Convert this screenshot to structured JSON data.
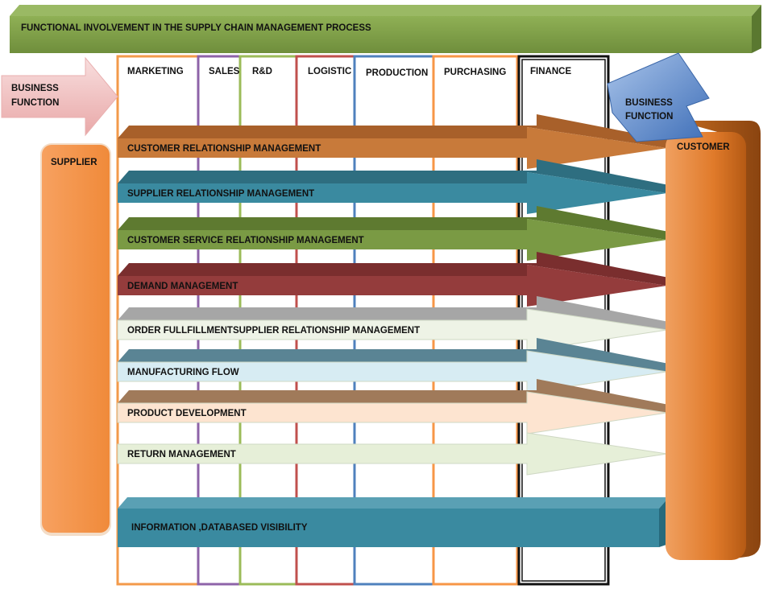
{
  "header": {
    "title": "FUNCTIONAL INVOLVEMENT IN THE SUPPLY CHAIN MANAGEMENT PROCESS",
    "color": "#7a9a44"
  },
  "left_arrow": {
    "line1": "BUSINESS",
    "line2": "FUNCTION",
    "color": "#f0b8b8"
  },
  "right_arrow": {
    "line1": "BUSINESS",
    "line2": "FUNCTION",
    "color": "#5b86c8"
  },
  "supplier": {
    "label": "SUPPLIER",
    "color": "#f5974a"
  },
  "customer": {
    "label": "CUSTOMER",
    "color": "#e57e2e"
  },
  "functions": [
    {
      "label": "MARKETING",
      "color": "#f39a4a"
    },
    {
      "label": "SALES",
      "color": "#8e63a8"
    },
    {
      "label": "R&D",
      "color": "#9bbb59"
    },
    {
      "label": "LOGISTIC",
      "color": "#c0504d"
    },
    {
      "label": "PRODUCTION",
      "color": "#4f81bd"
    },
    {
      "label": "PURCHASING",
      "color": "#f79646"
    },
    {
      "label": "FINANCE",
      "color": "#111111"
    }
  ],
  "processes": [
    {
      "label": "CUSTOMER RELATIONSHIP MANAGEMENT",
      "color": "#c87a3a",
      "top": "#a8602a",
      "light": false
    },
    {
      "label": "SUPPLIER  RELATIONSHIP MANAGEMENT",
      "color": "#3a8aa0",
      "top": "#2e6e80",
      "light": false
    },
    {
      "label": "CUSTOMER SERVICE   RELATIONSHIP MANAGEMENT",
      "color": "#7a9a44",
      "top": "#5e7a30",
      "light": false
    },
    {
      "label": "DEMAND MANAGEMENT",
      "color": "#943c3c",
      "top": "#7a2e2e",
      "light": false
    },
    {
      "label": "ORDER FULLFILLMENTSUPPLIER  RELATIONSHIP MANAGEMENT",
      "color": "#eef3e6",
      "top": "#a6a6a6",
      "light": true
    },
    {
      "label": "MANUFACTURING FLOW",
      "color": "#d7ecf3",
      "top": "#5a8494",
      "light": true
    },
    {
      "label": "PRODUCT DEVELOPMENT",
      "color": "#fde4d0",
      "top": "#a07a5a",
      "light": true
    },
    {
      "label": "RETURN MANAGEMENT",
      "color": "#e6efd8",
      "top": null,
      "light": true
    }
  ],
  "information": {
    "label": "INFORMATION ,DATABASED VISIBILITY",
    "color": "#3a8aa0"
  }
}
